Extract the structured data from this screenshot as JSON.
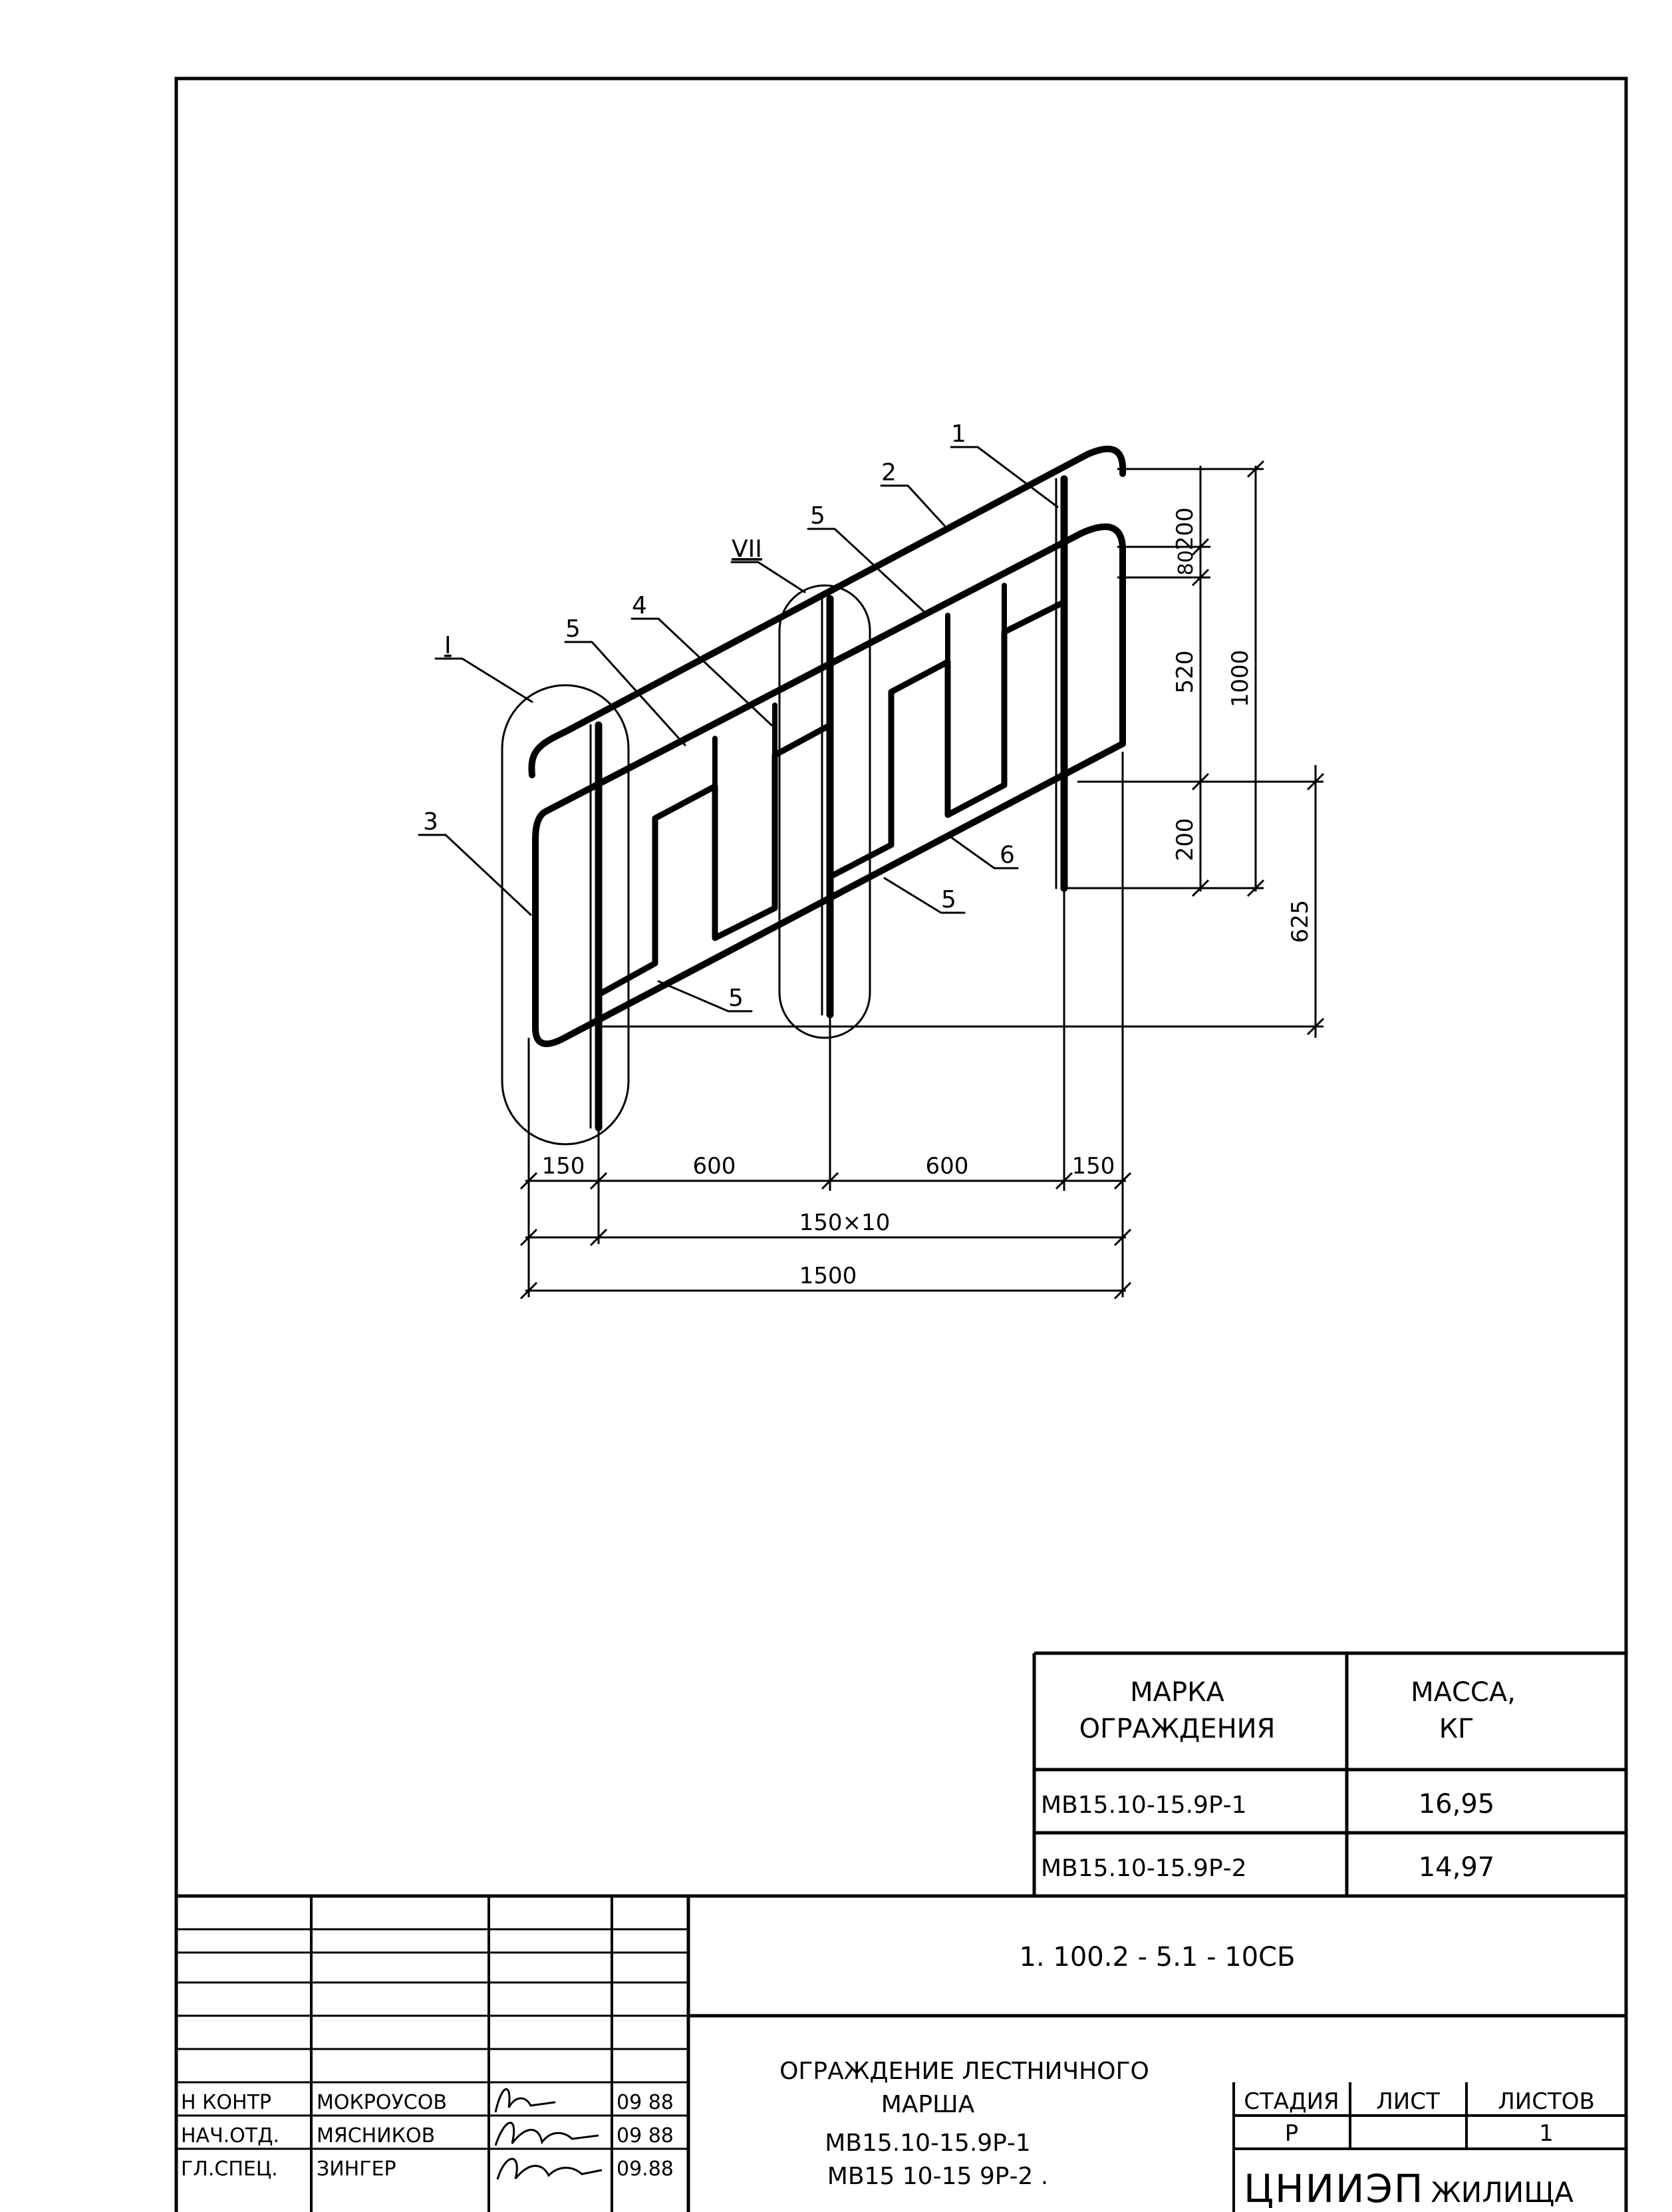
{
  "drawing": {
    "callouts": [
      "1",
      "2",
      "5",
      "VII",
      "4",
      "5",
      "I",
      "3",
      "5",
      "5",
      "6",
      "5"
    ],
    "dims_vertical": [
      "200",
      "80",
      "520",
      "1000",
      "200",
      "625"
    ],
    "dims_horizontal": [
      "150",
      "600",
      "600",
      "150",
      "150×10",
      "1500"
    ]
  },
  "mass_table": {
    "header_mark_line1": "МАРКА",
    "header_mark_line2": "ОГРАЖДЕНИЯ",
    "header_mass_line1": "МАССА,",
    "header_mass_line2": "КГ",
    "rows": [
      {
        "mark": "МВ15.10-15.9Р-1",
        "mass": "16,95"
      },
      {
        "mark": "МВ15.10-15.9Р-2",
        "mass": "14,97"
      }
    ]
  },
  "title_block": {
    "document_code": "1. 100.2 - 5.1 - 10СБ",
    "title_lines": [
      "ОГРАЖДЕНИЕ ЛЕСТНИЧНОГО",
      "МАРША",
      "МВ15.10-15.9Р-1",
      "МВ15 10-15 9Р-2 ."
    ],
    "stage_label": "СТАДИЯ",
    "sheet_label": "ЛИСТ",
    "sheets_label": "ЛИСТОВ",
    "stage_value": "Р",
    "sheet_value": "",
    "sheets_value": "1",
    "organization": "ЦНИИЭП",
    "organization_suffix": "ЖИЛИЩА",
    "signatures": [
      {
        "role": "Н КОНТР",
        "name": "МОКРОУСОВ",
        "date": "09 88"
      },
      {
        "role": "НАЧ.ОТД.",
        "name": "МЯСНИКОВ",
        "date": "09 88"
      },
      {
        "role": "ГЛ.СПЕЦ.",
        "name": "ЗИНГЕР",
        "date": "09.88"
      }
    ]
  },
  "colors": {
    "ink": "#000000",
    "paper": "#ffffff"
  }
}
